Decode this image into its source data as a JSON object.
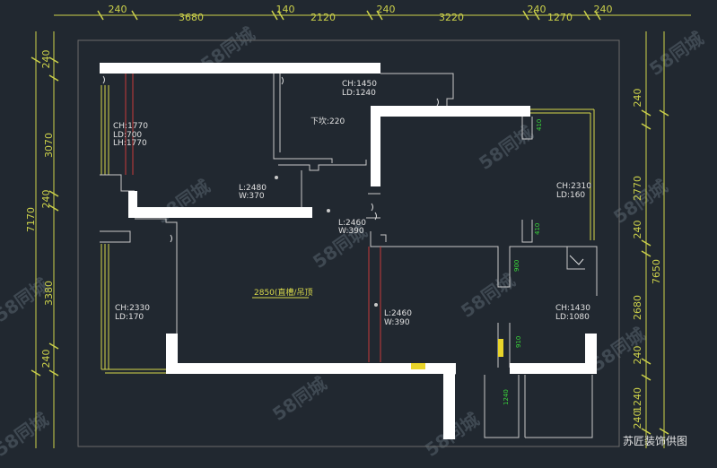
{
  "colors": {
    "background": "#212830",
    "dimension": "#cdd24a",
    "wall": "#ffffff",
    "line": "#c9c9c9",
    "window": "#d8d84a",
    "annotation": "#e0e0e0",
    "green_dim": "#39d639",
    "red_line": "#c83a3a",
    "watermark": "#5a6470"
  },
  "dims": {
    "top": [
      "240",
      "3680",
      "140",
      "2120",
      "240",
      "3220",
      "240",
      "1270",
      "240"
    ],
    "left_outer": "7170",
    "left_inner": [
      "240",
      "3070",
      "240",
      "3380",
      "240"
    ],
    "right_outer": "7650",
    "right_inner": [
      "240",
      "2770",
      "240",
      "2680",
      "240",
      "1240",
      "240"
    ]
  },
  "rooms": {
    "r1_ch": "CH:1770",
    "r1_ld": "LD:700",
    "r1_lh": "LH:1770",
    "r2_ch": "CH:1450",
    "r2_ld": "LD:1240",
    "r2_xia": "下坎:220",
    "r3_ch": "CH:2310",
    "r3_ld": "LD:160",
    "r4_ch": "CH:2330",
    "r4_ld": "LD:170",
    "r5_ch": "CH:1430",
    "r5_ld": "LD:1080"
  },
  "openings": {
    "o1_l": "L:2480",
    "o1_w": "W:370",
    "o2_l": "L:2460",
    "o2_w": "W:390",
    "o3_l": "L:2460",
    "o3_w": "W:390"
  },
  "ceiling_note": "2850(直槽/吊顶",
  "green": [
    "410",
    "410",
    "900",
    "910",
    "1240"
  ],
  "watermark_text": "58同城",
  "caption": "苏匠装饰供图"
}
